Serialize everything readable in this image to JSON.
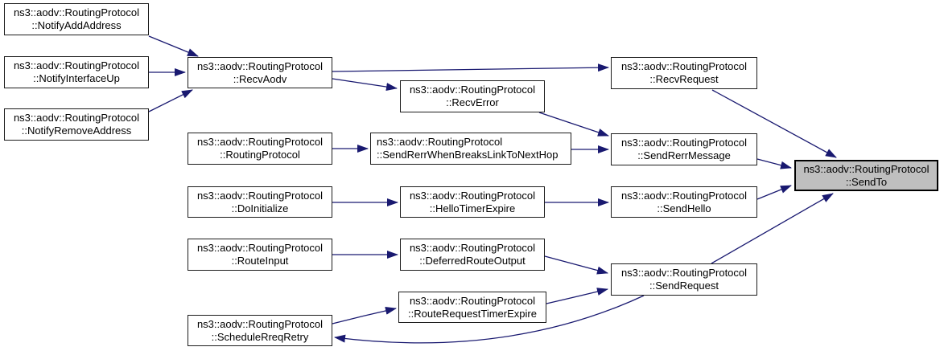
{
  "diagram": {
    "type": "call-graph",
    "highlighted_node": "send-to",
    "colors": {
      "edge": "#191970",
      "node_border": "#1c1c1c",
      "node_fill": "#ffffff",
      "highlight_fill": "#bfbfbf",
      "highlight_border": "#000000",
      "text": "#000000",
      "background": "#ffffff"
    },
    "nodes": [
      {
        "id": "notify-add-address",
        "line1": "ns3::aodv::RoutingProtocol",
        "line2": "::NotifyAddAddress"
      },
      {
        "id": "notify-interface-up",
        "line1": "ns3::aodv::RoutingProtocol",
        "line2": "::NotifyInterfaceUp"
      },
      {
        "id": "notify-remove-address",
        "line1": "ns3::aodv::RoutingProtocol",
        "line2": "::NotifyRemoveAddress"
      },
      {
        "id": "recv-aodv",
        "line1": "ns3::aodv::RoutingProtocol",
        "line2": "::RecvAodv"
      },
      {
        "id": "routing-protocol",
        "line1": "ns3::aodv::RoutingProtocol",
        "line2": "::RoutingProtocol"
      },
      {
        "id": "do-initialize",
        "line1": "ns3::aodv::RoutingProtocol",
        "line2": "::DoInitialize"
      },
      {
        "id": "route-input",
        "line1": "ns3::aodv::RoutingProtocol",
        "line2": "::RouteInput"
      },
      {
        "id": "schedule-rreq-retry",
        "line1": "ns3::aodv::RoutingProtocol",
        "line2": "::ScheduleRreqRetry"
      },
      {
        "id": "recv-error",
        "line1": "ns3::aodv::RoutingProtocol",
        "line2": "::RecvError"
      },
      {
        "id": "send-rerr-when-breaks-link-to-next-hop",
        "line1": "ns3::aodv::RoutingProtocol",
        "line2": "::SendRerrWhenBreaksLinkToNextHop",
        "align": "left"
      },
      {
        "id": "hello-timer-expire",
        "line1": "ns3::aodv::RoutingProtocol",
        "line2": "::HelloTimerExpire"
      },
      {
        "id": "deferred-route-output",
        "line1": "ns3::aodv::RoutingProtocol",
        "line2": "::DeferredRouteOutput"
      },
      {
        "id": "route-request-timer-expire",
        "line1": "ns3::aodv::RoutingProtocol",
        "line2": "::RouteRequestTimerExpire"
      },
      {
        "id": "recv-request",
        "line1": "ns3::aodv::RoutingProtocol",
        "line2": "::RecvRequest"
      },
      {
        "id": "send-rerr-message",
        "line1": "ns3::aodv::RoutingProtocol",
        "line2": "::SendRerrMessage"
      },
      {
        "id": "send-hello",
        "line1": "ns3::aodv::RoutingProtocol",
        "line2": "::SendHello"
      },
      {
        "id": "send-request",
        "line1": "ns3::aodv::RoutingProtocol",
        "line2": "::SendRequest"
      },
      {
        "id": "send-to",
        "line1": "ns3::aodv::RoutingProtocol",
        "line2": "::SendTo",
        "highlighted": true
      }
    ],
    "edges": [
      {
        "from": "notify-add-address",
        "to": "recv-aodv"
      },
      {
        "from": "notify-interface-up",
        "to": "recv-aodv"
      },
      {
        "from": "notify-remove-address",
        "to": "recv-aodv"
      },
      {
        "from": "recv-aodv",
        "to": "recv-request"
      },
      {
        "from": "recv-aodv",
        "to": "recv-error"
      },
      {
        "from": "recv-error",
        "to": "send-rerr-message"
      },
      {
        "from": "routing-protocol",
        "to": "send-rerr-when-breaks-link-to-next-hop"
      },
      {
        "from": "send-rerr-when-breaks-link-to-next-hop",
        "to": "send-rerr-message"
      },
      {
        "from": "recv-request",
        "to": "send-to"
      },
      {
        "from": "send-rerr-message",
        "to": "send-to"
      },
      {
        "from": "do-initialize",
        "to": "hello-timer-expire"
      },
      {
        "from": "hello-timer-expire",
        "to": "send-hello"
      },
      {
        "from": "send-hello",
        "to": "send-to"
      },
      {
        "from": "route-input",
        "to": "deferred-route-output"
      },
      {
        "from": "deferred-route-output",
        "to": "send-request"
      },
      {
        "from": "schedule-rreq-retry",
        "to": "route-request-timer-expire"
      },
      {
        "from": "route-request-timer-expire",
        "to": "send-request"
      },
      {
        "from": "send-request",
        "to": "send-to"
      },
      {
        "from": "send-request",
        "to": "schedule-rreq-retry"
      }
    ]
  }
}
